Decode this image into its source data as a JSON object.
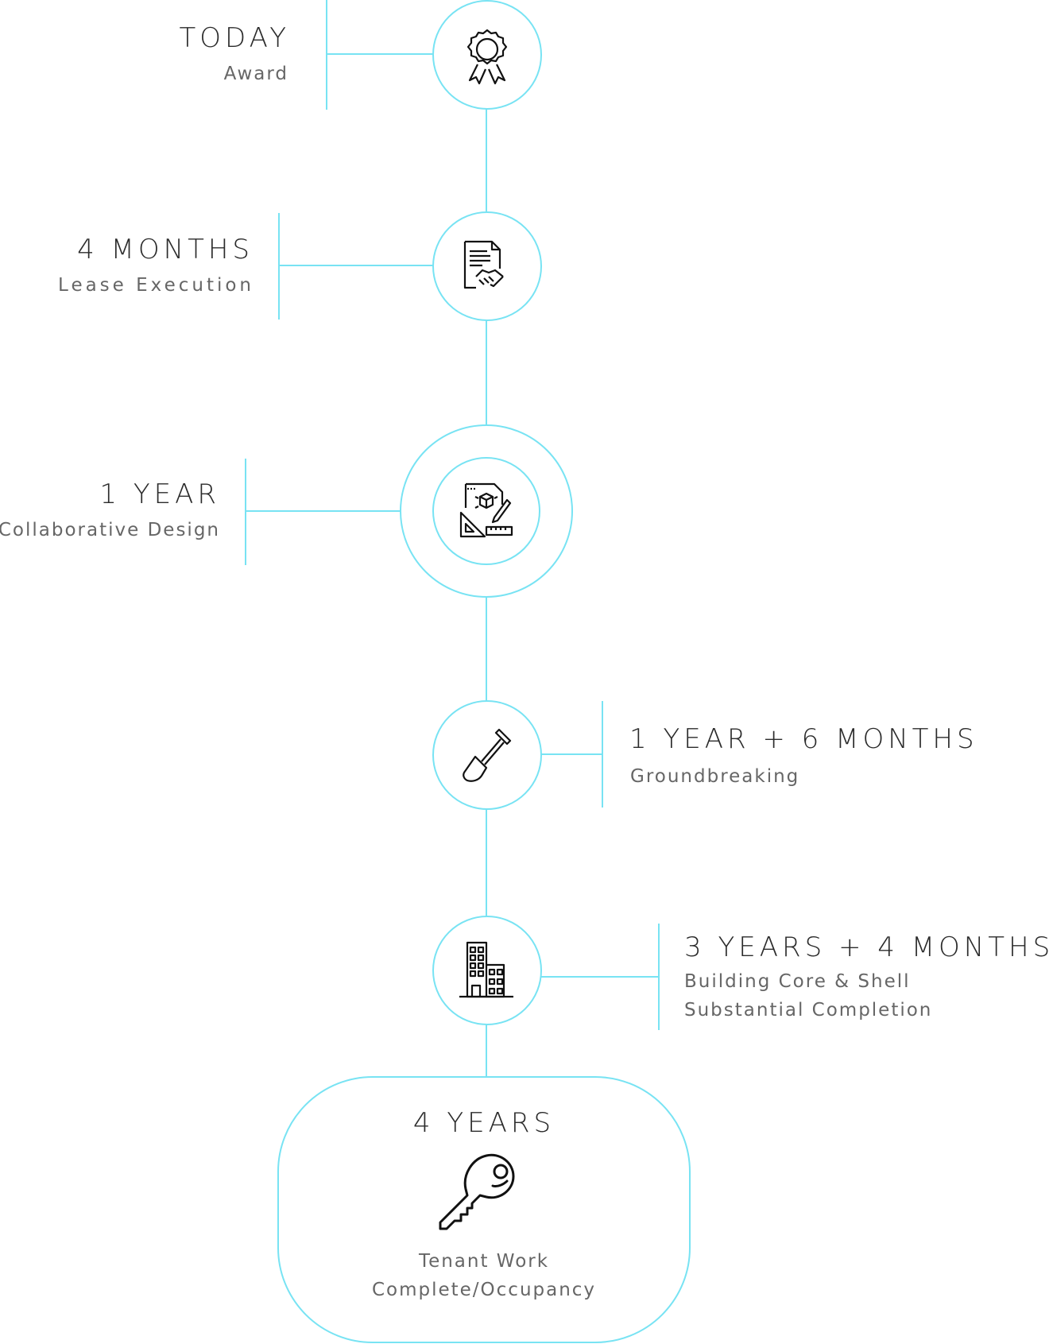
{
  "milestones": [
    {
      "time": "TODAY",
      "label": "Award",
      "icon": "award-ribbon-icon"
    },
    {
      "time": "4 MONTHS",
      "label": "Lease Execution",
      "icon": "contract-handshake-icon"
    },
    {
      "time": "1 YEAR",
      "label": "Collaborative Design",
      "icon": "design-blueprint-icon"
    },
    {
      "time": "1 YEAR + 6 MONTHS",
      "label": "Groundbreaking",
      "icon": "shovel-icon"
    },
    {
      "time": "3 YEARS + 4 MONTHS",
      "label_line1": "Building Core & Shell",
      "label_line2": "Substantial Completion",
      "icon": "buildings-icon"
    },
    {
      "time": "4 YEARS",
      "label_line1": "Tenant Work",
      "label_line2": "Complete/Occupancy",
      "icon": "key-icon"
    }
  ],
  "colors": {
    "accent": "#78e3f3",
    "heading": "#2b2b2b",
    "subtext": "#666666"
  }
}
